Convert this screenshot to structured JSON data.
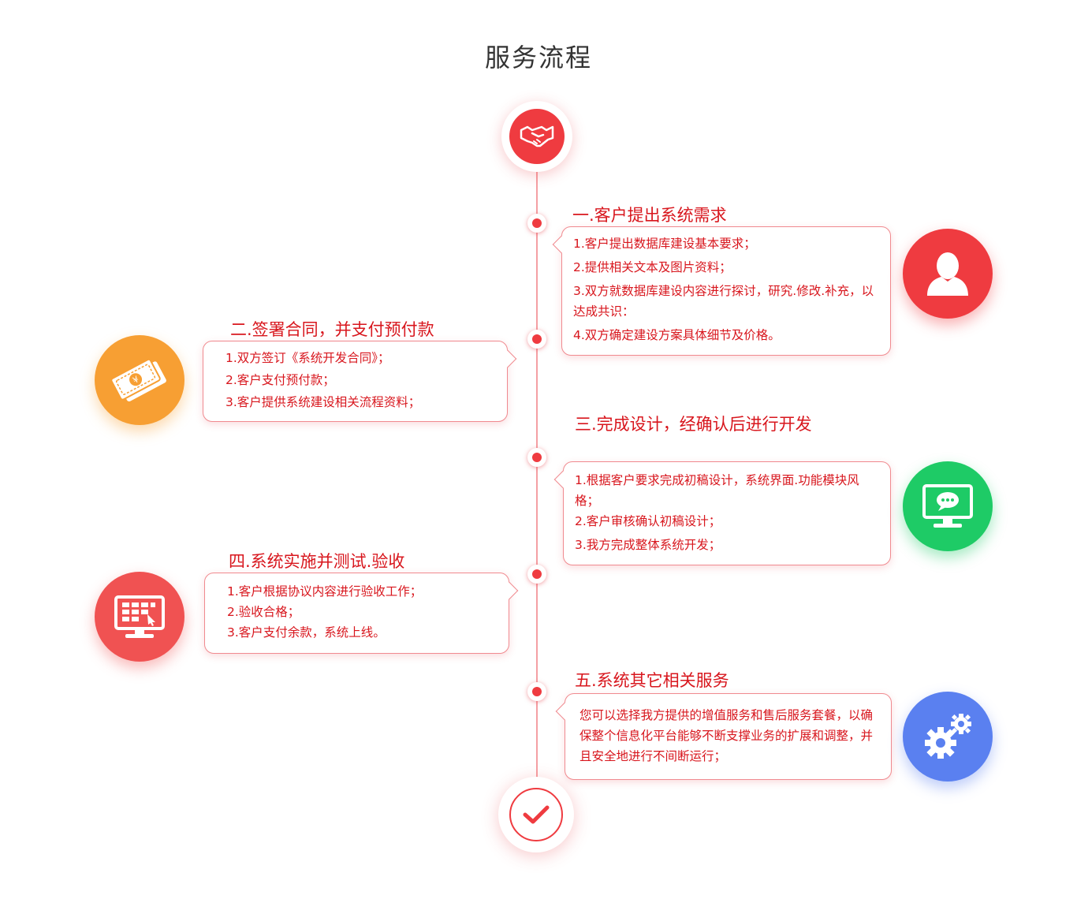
{
  "page_title": "服务流程",
  "colors": {
    "accent": "#ef3b40",
    "step_text": "#d8161d",
    "orange": "#f79f33",
    "green": "#1ecb66",
    "blue": "#5a80f0"
  },
  "start_icon": "handshake-icon",
  "end_icon": "check-icon",
  "steps": [
    {
      "title": "一.客户提出系统需求",
      "icon": "user-icon",
      "lines": [
        "1.客户提出数据库建设基本要求；",
        "2.提供相关文本及图片资料；",
        "3.双方就数据库建设内容进行探讨，研究.修改.补充，以达成共识：",
        "4.双方确定建设方案具体细节及价格。"
      ]
    },
    {
      "title": "二.签署合同，并支付预付款",
      "icon": "money-icon",
      "lines": [
        "1.双方签订《系统开发合同》；",
        "2.客户支付预付款；",
        "3.客户提供系统建设相关流程资料；"
      ]
    },
    {
      "title": "三.完成设计，经确认后进行开发",
      "icon": "monitor-chat-icon",
      "lines": [
        "1.根据客户要求完成初稿设计，系统界面.功能模块风格；",
        "2.客户审核确认初稿设计；",
        "3.我方完成整体系统开发；"
      ]
    },
    {
      "title": "四.系统实施并测试.验收",
      "icon": "monitor-grid-icon",
      "lines": [
        "1.客户根据协议内容进行验收工作；",
        "2.验收合格；",
        "3.客户支付余款，系统上线。"
      ]
    },
    {
      "title": "五.系统其它相关服务",
      "icon": "gears-icon",
      "lines": [
        "您可以选择我方提供的增值服务和售后服务套餐，以确保整个信息化平台能够不断支撑业务的扩展和调整，并且安全地进行不间断运行；"
      ]
    }
  ]
}
